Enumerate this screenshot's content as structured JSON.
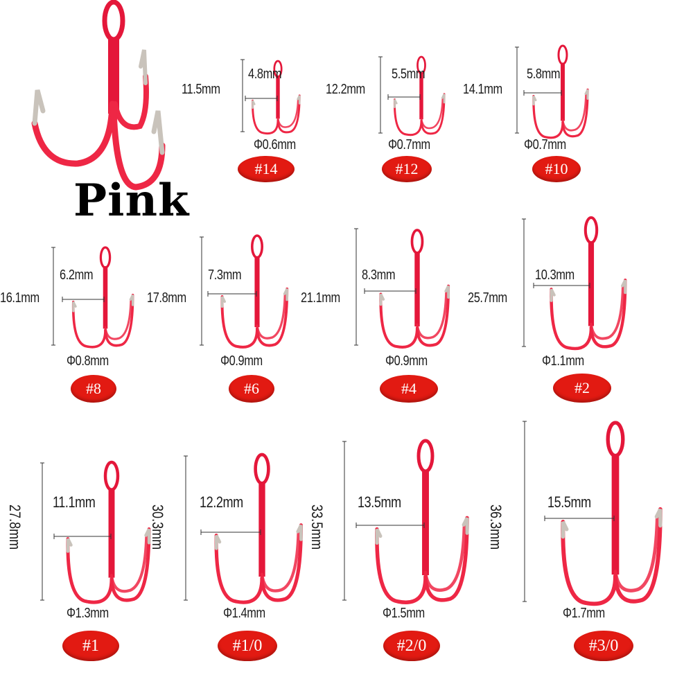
{
  "title": "Pink",
  "colors": {
    "hook_body": "#ee2745",
    "hook_shank": "#e4173a",
    "hook_tip": "#c9c3bb",
    "badge": "#e21a12",
    "badge_text": "#ffffff"
  },
  "hooks": [
    {
      "size": "#14",
      "height": "11.5mm",
      "gap": "4.8mm",
      "wire": "Φ0.6mm"
    },
    {
      "size": "#12",
      "height": "12.2mm",
      "gap": "5.5mm",
      "wire": "Φ0.7mm"
    },
    {
      "size": "#10",
      "height": "14.1mm",
      "gap": "5.8mm",
      "wire": "Φ0.7mm"
    },
    {
      "size": "#8",
      "height": "16.1mm",
      "gap": "6.2mm",
      "wire": "Φ0.8mm"
    },
    {
      "size": "#6",
      "height": "17.8mm",
      "gap": "7.3mm",
      "wire": "Φ0.9mm"
    },
    {
      "size": "#4",
      "height": "21.1mm",
      "gap": "8.3mm",
      "wire": "Φ0.9mm"
    },
    {
      "size": "#2",
      "height": "25.7mm",
      "gap": "10.3mm",
      "wire": "Φ1.1mm"
    },
    {
      "size": "#1",
      "height": "27.8mm",
      "gap": "11.1mm",
      "wire": "Φ1.3mm"
    },
    {
      "size": "#1/0",
      "height": "30.3mm",
      "gap": "12.2mm",
      "wire": "Φ1.4mm"
    },
    {
      "size": "#2/0",
      "height": "33.5mm",
      "gap": "13.5mm",
      "wire": "Φ1.5mm"
    },
    {
      "size": "#3/0",
      "height": "36.3mm",
      "gap": "15.5mm",
      "wire": "Φ1.7mm"
    }
  ]
}
